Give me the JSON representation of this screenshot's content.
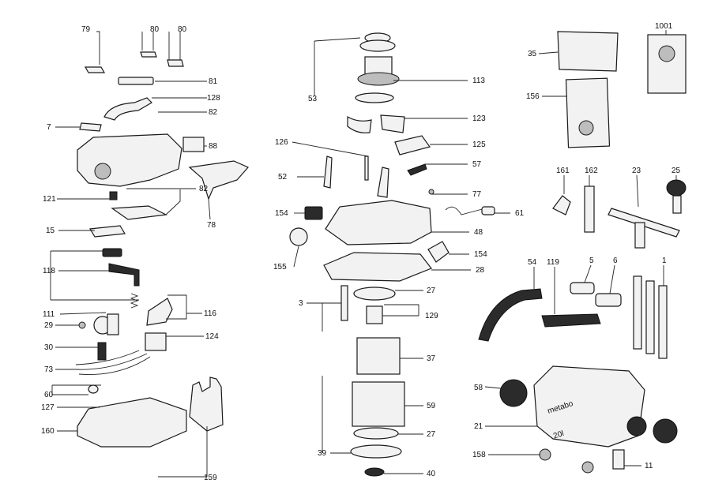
{
  "diagram": {
    "part_numbers": {
      "p79": "79",
      "p80a": "80",
      "p80b": "80",
      "p81": "81",
      "p128": "128",
      "p82a": "82",
      "p7": "7",
      "p88": "88",
      "p82b": "82",
      "p121": "121",
      "p78": "78",
      "p15": "15",
      "p118": "118",
      "p111": "111",
      "p116": "116",
      "p29": "29",
      "p30": "30",
      "p124": "124",
      "p73": "73",
      "p60": "60",
      "p127": "127",
      "p160": "160",
      "p159": "159",
      "p53": "53",
      "p113": "113",
      "p123": "123",
      "p126": "126",
      "p125": "125",
      "p52": "52",
      "p57": "57",
      "p77": "77",
      "p154a": "154",
      "p61": "61",
      "p48": "48",
      "p155": "155",
      "p154b": "154",
      "p28": "28",
      "p27a": "27",
      "p3": "3",
      "p129": "129",
      "p37": "37",
      "p59": "59",
      "p27b": "27",
      "p39": "39",
      "p40": "40",
      "p35": "35",
      "p1001": "1001",
      "p156": "156",
      "p161": "161",
      "p162": "162",
      "p23": "23",
      "p25": "25",
      "p54": "54",
      "p119": "119",
      "p5": "5",
      "p6": "6",
      "p1": "1",
      "p58": "58",
      "p21": "21",
      "p158": "158",
      "p11": "11"
    },
    "brand_text": "metabo",
    "capacity_text": "20l"
  }
}
